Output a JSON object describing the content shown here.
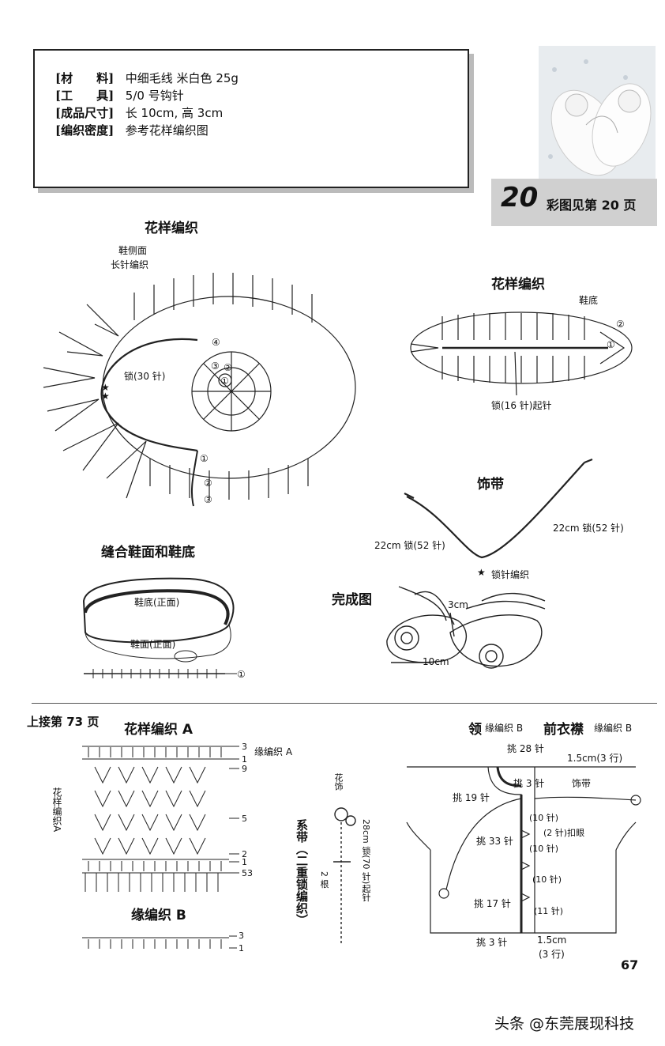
{
  "materials": {
    "rows": [
      {
        "key": "[材　　料]",
        "value": "中细毛线 米白色 25g"
      },
      {
        "key": "[工　　具]",
        "value": "5/0 号钩针"
      },
      {
        "key": "[成品尺寸]",
        "value": "长 10cm, 高 3cm"
      },
      {
        "key": "[编织密度]",
        "value": "参考花样编织图"
      }
    ]
  },
  "badge": {
    "number": "20",
    "text": "彩图见第 20 页"
  },
  "diagram_left": {
    "title": "花样编织",
    "side_label_1": "鞋侧面",
    "side_label_2": "长针编织",
    "chain_label": "锁(30 针)",
    "marks": [
      "④",
      "③",
      "②",
      "①",
      "①",
      "②",
      "③"
    ]
  },
  "diagram_right": {
    "title": "花样编织",
    "sole_label": "鞋底",
    "chain_label": "锁(16 针)起针",
    "marks": [
      "②",
      "①"
    ]
  },
  "tie": {
    "title": "饰带",
    "left_label": "22cm 锁(52 针)",
    "right_label": "22cm 锁(52 针)",
    "note": "锁针编织"
  },
  "sew": {
    "title": "缝合鞋面和鞋底",
    "sole_label": "鞋底(正面)",
    "upper_label": "鞋面(正面)",
    "mark": "①"
  },
  "finished": {
    "title": "完成图",
    "height": "3cm",
    "length": "10cm"
  },
  "lower": {
    "continue": "上接第 73 页",
    "pattern_a": {
      "title": "花样编织 A",
      "edge_label": "缘编织 A",
      "side_label": "花样编织A",
      "rows": [
        "3",
        "1",
        "9",
        "5",
        "2",
        "1",
        "53"
      ]
    },
    "edge_b": {
      "title": "缘编织 B",
      "rows": [
        "3",
        "1"
      ]
    },
    "cord": {
      "title": "系带（二重锁编织）",
      "count": "2 根",
      "length": "28cm 锁(70 针)起针",
      "flower": "花饰"
    },
    "collar": {
      "title1": "领",
      "sub1": "缘编织 B",
      "title2": "前衣襟",
      "sub2": "缘编织 B",
      "labels": [
        "挑 28 针",
        "1.5cm(3 行)",
        "挑 3 针",
        "饰带",
        "挑 19 针",
        "(10 针)",
        "(2 针)扣眼",
        "挑 33 针",
        "(10 针)",
        "(10 针)",
        "挑 17 针",
        "(11 针)",
        "挑 3 针",
        "1.5cm",
        "(3 行)"
      ]
    }
  },
  "page_number": "67",
  "watermark": "头条 @东莞展现科技"
}
